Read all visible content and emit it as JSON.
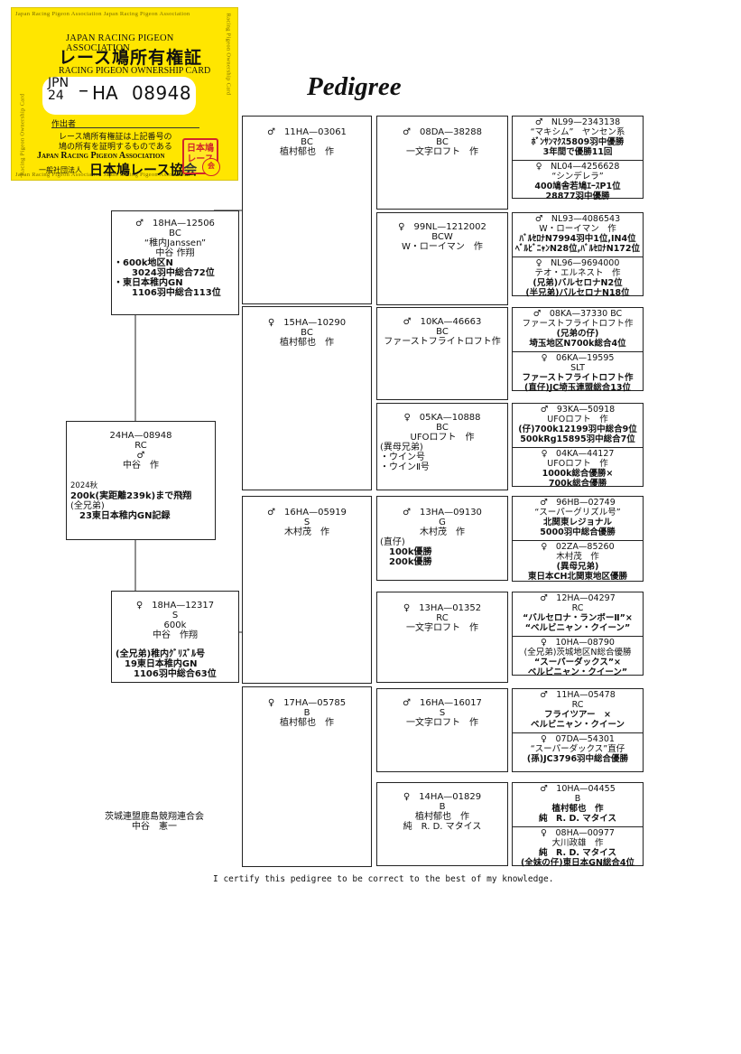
{
  "card": {
    "border_text": "Japan Racing Pigeon Association Japan Racing Pigeon Association",
    "border_side_text": "Racing Pigeon Ownership Card",
    "assoc_en": "JAPAN RACING PIGEON ASSOCIATION",
    "title_jp": "レース鳩所有権証",
    "title_en": "RACING PIGEON OWNERSHIP CARD",
    "ring_country": "JPN",
    "ring_year": "24",
    "ring_dash": "–",
    "ring_code": "HA",
    "ring_number": "08948",
    "author_label": "作出者",
    "cert_line1": "レース鳩所有権証は上記番号の",
    "cert_line2": "鳩の所有を証明するものである",
    "assoc_en_bottom": "Japan Racing Pigeon Association",
    "assoc_prefix": "一般社団法人",
    "assoc_jp": "日本鳩レース協会",
    "stamp_text_1": "日本鳩",
    "stamp_text_2": "レース",
    "stamp_circle": "会"
  },
  "heading": "Pedigree",
  "subject": {
    "ring": "24HA—08948",
    "color": "RC",
    "sex": "♂",
    "owner": "中谷　作",
    "notes": [
      "2024秋",
      "200k(実距離239k)まで飛翔",
      "",
      "(全兄弟)",
      "　23東日本稚内GN記録"
    ]
  },
  "parents": {
    "sire": {
      "ring": "♂　18HA—12506",
      "color": "BC",
      "name": "“稚内Janssen”",
      "owner": "中谷 作翔",
      "notes": [
        "・600k地区N",
        "　　3024羽中総合72位",
        "・東日本稚内GN",
        "　　1106羽中総合113位"
      ]
    },
    "dam": {
      "ring": "♀　18HA—12317",
      "color": "S",
      "extra": "600k",
      "owner": "中谷　作翔",
      "notes": [
        "(全兄弟)稚内ｸﾞﾘｽﾞﾙ号",
        "　19東日本稚内GN",
        "　　1106羽中総合63位"
      ]
    }
  },
  "grandparents": [
    {
      "ring": "♂　11HA—03061",
      "color": "BC",
      "owner": "植村郁也　作"
    },
    {
      "ring": "♀　15HA—10290",
      "color": "BC",
      "owner": "植村郁也　作"
    },
    {
      "ring": "♂　16HA—05919",
      "color": "S",
      "owner": "木村茂　作"
    },
    {
      "ring": "♀　17HA—05785",
      "color": "B",
      "owner": "植村郁也　作"
    }
  ],
  "greatgrandparents": [
    {
      "ring": "♂　08DA—38288",
      "color": "BC",
      "lines": [
        "一文字ロフト　作"
      ]
    },
    {
      "ring": "♀　99NL—1212002",
      "color": "BCW",
      "lines": [
        "W・ローイマン　作"
      ]
    },
    {
      "ring": "♂　10KA—46663",
      "color": "BC",
      "lines": [
        "ファーストフライトロフト作"
      ]
    },
    {
      "ring": "♀　05KA—10888",
      "color": "BC",
      "lines": [
        "UFOロフト　作"
      ],
      "notes": [
        "(異母兄弟)",
        "・ウイン号",
        "・ウインⅡ号"
      ]
    },
    {
      "ring": "♂　13HA—09130",
      "color": "G",
      "lines": [
        "木村茂　作"
      ],
      "notes": [
        "(直仔)",
        "　100k優勝",
        "　200k優勝"
      ]
    },
    {
      "ring": "♀　13HA—01352",
      "color": "RC",
      "lines": [
        "一文字ロフト　作"
      ]
    },
    {
      "ring": "♂　16HA—16017",
      "color": "S",
      "lines": [
        "一文字ロフト　作"
      ]
    },
    {
      "ring": "♀　14HA—01829",
      "color": "B",
      "lines": [
        "植村郁也　作",
        "純　R. D. マタイス"
      ]
    }
  ],
  "g4": [
    {
      "top": [
        "♂　NL99—2343138",
        "“マキシム”　ヤンセン系",
        "ﾎﾞﾝｻﾝﾏｸｽ5809羽中優勝",
        "3年間で優勝11回"
      ],
      "bottom": [
        "♀　NL04—4256628",
        "“シンデレラ”",
        "400鳩舎若鳩ｴｰｽP1位",
        "28877羽中優勝"
      ]
    },
    {
      "top": [
        "♂　NL93—4086543",
        "W・ローイマン　作",
        "ﾊﾞﾙｾﾛﾅN7994羽中1位,IN4位",
        "ﾍﾞﾙﾋﾞﾆｬﾝN28位,ﾊﾞﾙｾﾛﾅN172位"
      ],
      "bottom": [
        "♀　NL96—9694000",
        "テオ・エルネスト　作",
        "(兄弟)バルセロナN2位",
        "(半兄弟)バルセロナN18位"
      ]
    },
    {
      "top": [
        "♂　08KA—37330 BC",
        "ファーストフライトロフト作",
        "(兄弟の仔)",
        "埼玉地区N700k総合4位"
      ],
      "bottom": [
        "♀　06KA—19595",
        "SLT",
        "ファーストフライトロフト作",
        "(直仔)JC埼玉連盟総合13位"
      ]
    },
    {
      "top": [
        "♂　93KA—50918",
        "UFOロフト　作",
        "(仔)700k12199羽中総合9位",
        "500kRg15895羽中総合7位"
      ],
      "bottom": [
        "♀　04KA—44127",
        "UFOロフト　作",
        "1000k総合優勝×",
        "700k総合優勝"
      ]
    },
    {
      "top": [
        "♂　96HB—02749",
        "“スーパーグリズル号”",
        "北関東レジョナル",
        "5000羽中総合優勝"
      ],
      "bottom": [
        "♀　02ZA—85260",
        "木村茂　作",
        "(異母兄弟)",
        "東日本CH北関東地区優勝"
      ]
    },
    {
      "top": [
        "♂　12HA—04297",
        "RC",
        "“バルセロナ・ランボーⅡ”×",
        "“ベルビニャン・クイーン”"
      ],
      "bottom": [
        "♀　10HA—08790",
        "(全兄弟)茨城地区N総合優勝",
        "“スーパーダックス”×",
        "ベルビニャン・クイーン”"
      ]
    },
    {
      "top": [
        "♂　11HA—05478",
        "RC",
        "フライツアー　×",
        "ベルビニャン・クイーン"
      ],
      "bottom": [
        "♀　07DA—54301",
        "“スーパーダックス”直仔",
        "(孫)JC3796羽中総合優勝"
      ]
    },
    {
      "top": [
        "♂　10HA—04455",
        "B",
        "植村郁也　作",
        "純　R. D. マタイス"
      ],
      "bottom": [
        "♀　08HA—00977",
        "大川政雄　作",
        "純　R. D. マタイス",
        "(全妹の仔)東日本GN総合4位"
      ]
    }
  ],
  "breeder": {
    "line1": "茨城連盟鹿島競翔連合会",
    "line2": "中谷　憲一"
  },
  "certify": "I certify this pedigree to be correct to the best of my knowledge."
}
